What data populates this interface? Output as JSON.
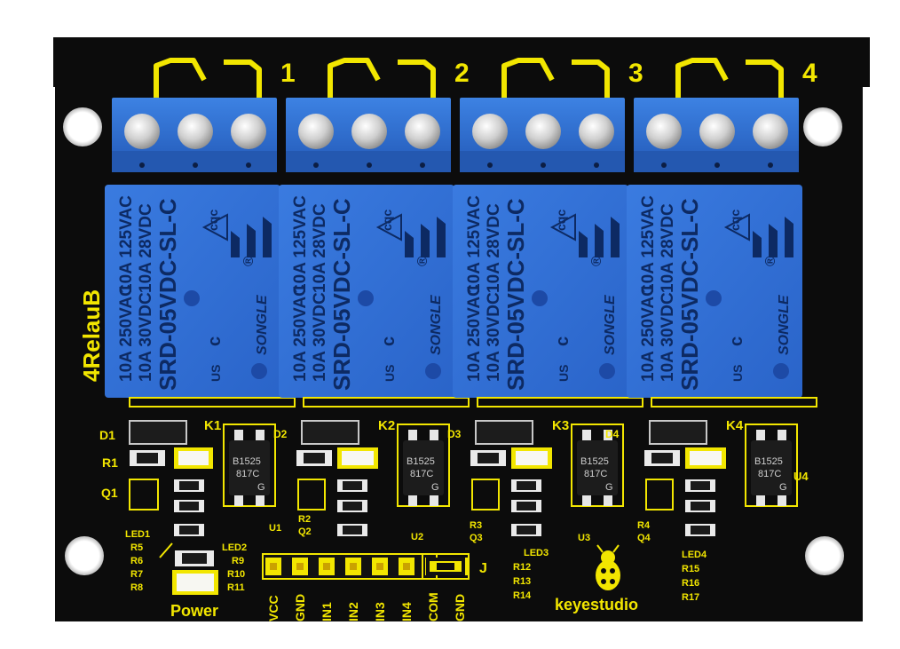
{
  "board": {
    "model": "4RelauB",
    "brand": "keyestudio",
    "colors": {
      "pcb": "#0c0c0c",
      "silk": "#f2e600",
      "relay": "#2f6fd8",
      "terminal": "#2f74d6"
    }
  },
  "channels": [
    {
      "number": "1",
      "relay_ref": "K1",
      "diode_ref": "D1"
    },
    {
      "number": "2",
      "relay_ref": "K2",
      "diode_ref": "D2"
    },
    {
      "number": "3",
      "relay_ref": "K3",
      "diode_ref": "D3"
    },
    {
      "number": "4",
      "relay_ref": "K4",
      "diode_ref": "D4"
    }
  ],
  "relay_label": {
    "line1": "10A 250VAC",
    "line2": "10A 30VDC",
    "line3": "SRD-05VDC-SL-C",
    "line4": "10A 125VAC",
    "line5": "10A 28VDC",
    "brand": "SONGLE",
    "cqc": "cqc",
    "ul": "c",
    "us": "US",
    "reg": "®"
  },
  "optocoupler": {
    "line1": "B1525",
    "line2": "817C",
    "mark": "G"
  },
  "ic_labels": {
    "u1": "U1",
    "u2": "U2",
    "u3": "U3",
    "u4": "U4"
  },
  "pins": [
    "VCC",
    "GND",
    "IN1",
    "IN2",
    "IN3",
    "IN4",
    "COM",
    "GND"
  ],
  "jumper_label": "J",
  "power_label": "Power",
  "refs": {
    "r1": "R1",
    "q1": "Q1",
    "led1": "LED1",
    "r5": "R5",
    "r6": "R6",
    "r7": "R7",
    "r8": "R8",
    "led2": "LED2",
    "r9": "R9",
    "r10": "R10",
    "r11": "R11",
    "r2": "R2",
    "q2": "Q2",
    "r3": "R3",
    "q3": "Q3",
    "led3": "LED3",
    "r12": "R12",
    "r13": "R13",
    "r14": "R14",
    "r4": "R4",
    "q4": "Q4",
    "led4": "LED4",
    "r15": "R15",
    "r16": "R16",
    "r17": "R17"
  }
}
